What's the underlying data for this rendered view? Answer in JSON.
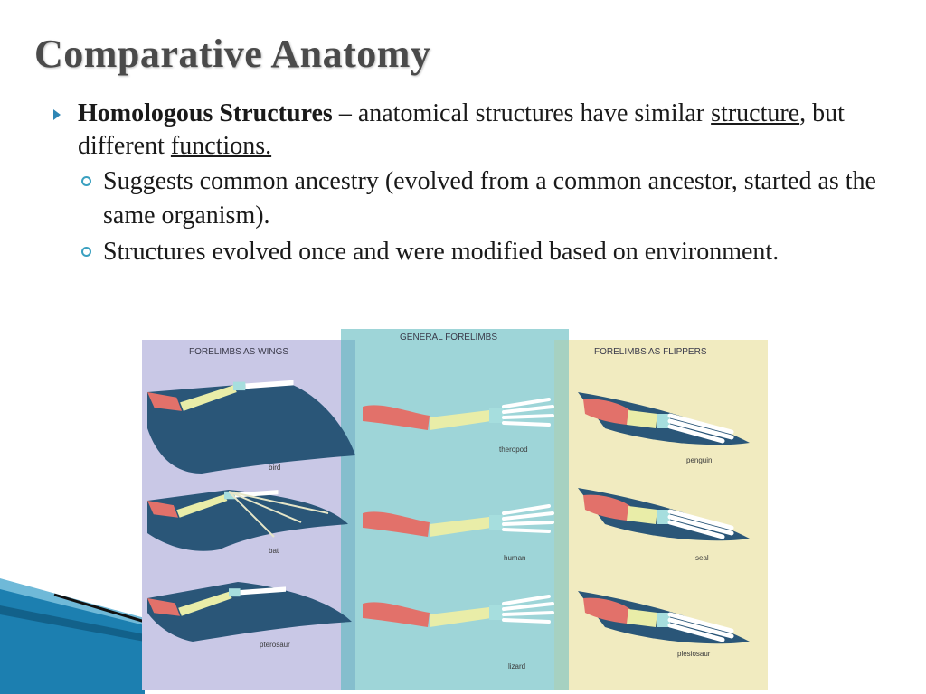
{
  "slide": {
    "title": "Comparative Anatomy",
    "bullet1": {
      "term": "Homologous Structures",
      "dash": " – ",
      "text_a": "anatomical structures have similar ",
      "word_structure": "structure",
      "text_b": ", but different ",
      "word_functions": "functions."
    },
    "sub_bullets": [
      "Suggests common ancestry (evolved from a common ancestor, started as the same organism).",
      "Structures evolved once and were modified based on environment."
    ]
  },
  "figure": {
    "panels": [
      {
        "label": "FORELIMBS AS WINGS",
        "animals": [
          "bird",
          "bat",
          "pterosaur"
        ]
      },
      {
        "label": "GENERAL FORELIMBS",
        "animals": [
          "theropod",
          "human",
          "lizard"
        ]
      },
      {
        "label": "FORELIMBS AS FLIPPERS",
        "animals": [
          "penguin",
          "seal",
          "plesiosaur"
        ]
      }
    ],
    "colors": {
      "wings_bg": "#c9c8e6",
      "general_bg": "#9ed5d8",
      "flippers_bg": "#f1ebc0",
      "limb_body": "#2a5678",
      "humerus": "#e2716a",
      "radius_ulna": "#e9eda8",
      "carpals": "#a6dede",
      "digits": "#ffffff"
    }
  },
  "theme": {
    "accent": "#2e86b5",
    "title_color": "#4a4a4a"
  }
}
